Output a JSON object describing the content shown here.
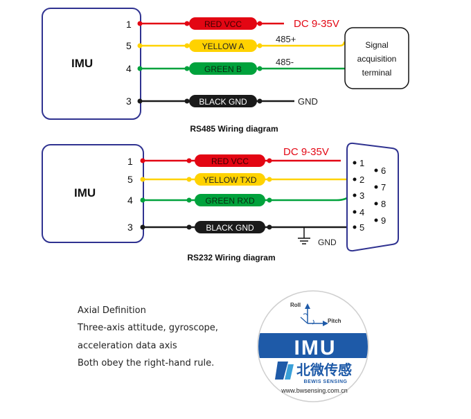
{
  "rs485": {
    "caption": "RS485 Wiring diagram",
    "device": "IMU",
    "pins": [
      "1",
      "5",
      "4",
      "3"
    ],
    "wires": [
      {
        "label": "RED   VCC",
        "color": "#e30613"
      },
      {
        "label": "YELLOW  A",
        "color": "#ffd200"
      },
      {
        "label": "GREEN    B",
        "color": "#00a23c"
      },
      {
        "label": "BLACK GND",
        "color": "#1a1a1a"
      }
    ],
    "power_label": "DC 9-35V",
    "line_labels": [
      "485+",
      "485-",
      "GND"
    ],
    "terminal_lines": [
      "Signal",
      "acquisition",
      "terminal"
    ]
  },
  "rs232": {
    "caption": "RS232 Wiring diagram",
    "device": "IMU",
    "pins": [
      "1",
      "5",
      "4",
      "3"
    ],
    "wires": [
      {
        "label": "RED    VCC",
        "color": "#e30613"
      },
      {
        "label": "YELLOW  TXD",
        "color": "#ffd200"
      },
      {
        "label": "GREEN   RXD",
        "color": "#00a23c"
      },
      {
        "label": "BLACK GND",
        "color": "#1a1a1a"
      }
    ],
    "power_label": "DC 9-35V",
    "gnd_label": "GND",
    "db9_pins": [
      "1",
      "2",
      "3",
      "4",
      "5",
      "6",
      "7",
      "8",
      "9"
    ]
  },
  "axial": {
    "lines": [
      "Axial Definition",
      "Three-axis attitude, gyroscope,",
      "acceleration data axis",
      "Both obey the right-hand rule."
    ]
  },
  "badge": {
    "roll": "Roll",
    "pitch": "Pitch",
    "band_text": "IMU",
    "chinese": "北微传感",
    "brand": "BEWIS SENSING",
    "url": "www.bwsensing.com.cn"
  },
  "colors": {
    "box_border": "#2f3290",
    "band": "#1e5aa8",
    "red_text": "#e30613"
  }
}
